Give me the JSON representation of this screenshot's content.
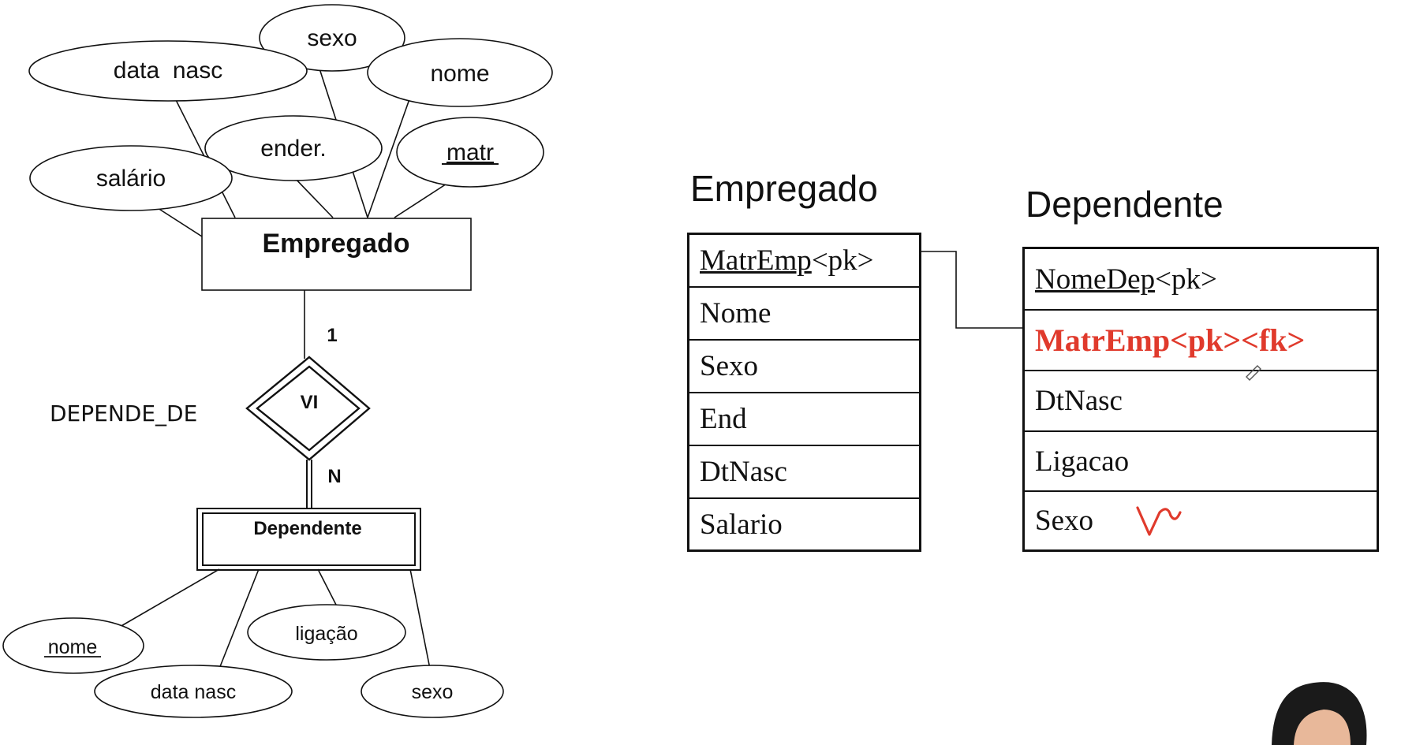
{
  "er": {
    "entity_main": "Empregado",
    "entity_weak": "Dependente",
    "relationship_name": "DEPENDE_DE",
    "relationship_code": "VI",
    "card_one": "1",
    "card_many": "N",
    "main_attrs": {
      "sexo": "sexo",
      "data_nasc": "data  nasc",
      "nome": "nome",
      "ender": "ender.",
      "matr": "matr",
      "salario": "salário"
    },
    "weak_attrs": {
      "nome": "nome",
      "ligacao": "ligação",
      "data_nasc": "data nasc",
      "sexo": "sexo"
    }
  },
  "tables": {
    "empregado": {
      "title": "Empregado",
      "rows": [
        {
          "name": "MatrEmp",
          "suffix": "<pk>"
        },
        {
          "name": "Nome",
          "suffix": ""
        },
        {
          "name": "Sexo",
          "suffix": ""
        },
        {
          "name": "End",
          "suffix": ""
        },
        {
          "name": "DtNasc",
          "suffix": ""
        },
        {
          "name": "Salario",
          "suffix": ""
        }
      ]
    },
    "dependente": {
      "title": "Dependente",
      "rows": [
        {
          "name": "NomeDep",
          "suffix": "<pk>"
        },
        {
          "name": "MatrEmp<pk><fk>",
          "suffix": ""
        },
        {
          "name": "DtNasc",
          "suffix": ""
        },
        {
          "name": "Ligacao",
          "suffix": ""
        },
        {
          "name": "Sexo",
          "suffix": ""
        }
      ]
    }
  },
  "colors": {
    "ink": "#111111",
    "annotation_red": "#e03a2c"
  }
}
